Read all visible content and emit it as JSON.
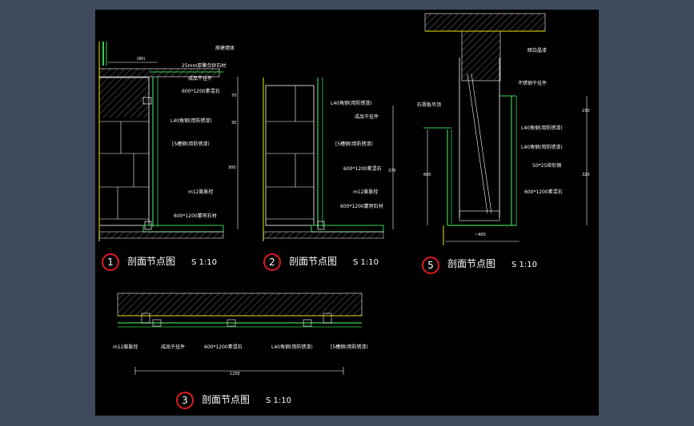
{
  "colors": {
    "background": "#3f4a5c",
    "drawing_bg": "#000000",
    "wall_line": "#ffffff",
    "hatch": "#8a8a8a",
    "finish_line": "#39d353",
    "yellow": "#e6e600",
    "callout_red": "#e0191e"
  },
  "detail1": {
    "number": "1",
    "title": "剖面节点图",
    "scale": "S 1:10",
    "labels": [
      "原建墙体",
      "25mm厚聚合砂石材",
      "成品干挂件",
      "600*1200素混石",
      "L40角钢(用防锈漆)",
      "[5槽钢(用防锈漆)",
      "m12膨胀栓",
      "600*1200蒙珂石材"
    ],
    "dims": [
      "(80)",
      "70",
      "30",
      "300"
    ]
  },
  "detail2": {
    "number": "2",
    "title": "剖面节点图",
    "scale": "S 1:10",
    "labels": [
      "L40角钢(用防锈漆)",
      "成品干挂件",
      "[5槽钢(用防锈漆)",
      "600*1200素混石",
      "m12膨胀栓",
      "600*1200蒙珂石材"
    ],
    "dims": [
      "370"
    ]
  },
  "detail5": {
    "number": "5",
    "title": "剖面节点图",
    "scale": "S 1:10",
    "labels": [
      "暗白晶漆",
      "不锈钢干挂件",
      "石膏板吊顶",
      "L40角钢(用防锈漆)",
      "L40角钢(用防锈漆)",
      "50*25矩形钢",
      "600*1200素混石"
    ],
    "dims": [
      "150",
      "320",
      "600",
      "~400"
    ]
  },
  "detail3": {
    "number": "3",
    "title": "剖面节点图",
    "scale": "S 1:10",
    "labels": [
      "m12膨胀栓",
      "成品干挂件",
      "600*1200素混石",
      "L40角钢(用防锈漆)",
      "[5槽钢(用防锈漆)"
    ],
    "dims": [
      "1200"
    ]
  }
}
